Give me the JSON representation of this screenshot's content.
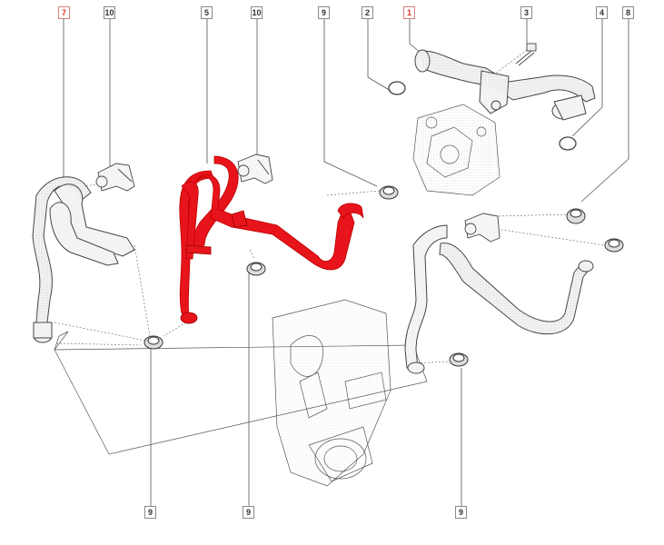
{
  "callouts": {
    "c7_top": "7",
    "c10_left": "10",
    "c5": "5",
    "c10_mid": "10",
    "c9_top": "9",
    "c2": "2",
    "c1": "1",
    "c3": "3",
    "c4": "4",
    "c8": "8",
    "c9_bottom_left": "9",
    "c9_bottom_mid": "9",
    "c9_bottom_right": "9"
  },
  "colors": {
    "highlight_part": "#e8141b",
    "line_art": "#444444",
    "leader_line": "#555555",
    "highlight_label": "#e0302a"
  }
}
